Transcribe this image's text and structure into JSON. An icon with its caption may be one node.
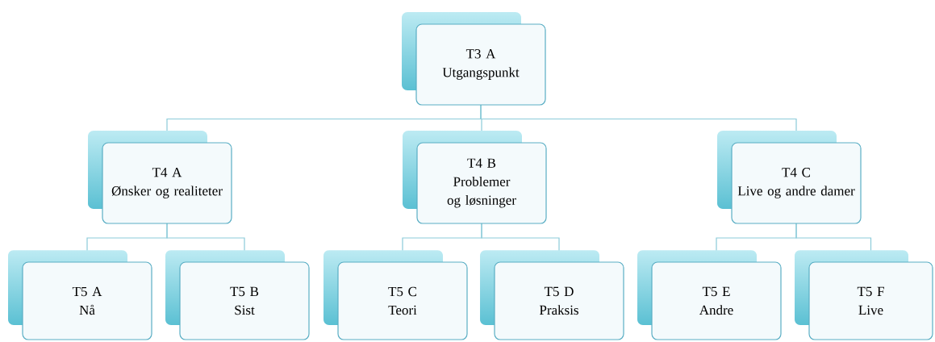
{
  "diagram": {
    "nodes": [
      {
        "text": [
          "T3 A",
          "Utgangspunkt"
        ]
      },
      {
        "text": [
          "T4 A",
          "Ønsker og realiteter"
        ]
      },
      {
        "text": [
          "T4 B",
          "Problemer og løsninger"
        ]
      },
      {
        "text": [
          "T4 C",
          "Live og andre damer"
        ]
      },
      {
        "text": [
          "T5 A",
          "Nå"
        ]
      },
      {
        "text": [
          "T5 B",
          "Sist"
        ]
      },
      {
        "text": [
          "T5 C",
          "Teori"
        ]
      },
      {
        "text": [
          "T5 D",
          "Praksis"
        ]
      },
      {
        "text": [
          "T5 E",
          "Andre"
        ]
      },
      {
        "text": [
          "T5 F",
          "Live"
        ]
      }
    ],
    "edges": [
      {
        "from": 0,
        "to": 1,
        "arrow": "none"
      },
      {
        "from": 0,
        "to": 2,
        "arrow": "none"
      },
      {
        "from": 0,
        "to": 3,
        "arrow": "none"
      },
      {
        "from": 1,
        "to": 4,
        "arrow": "none"
      },
      {
        "from": 1,
        "to": 5,
        "arrow": "none"
      },
      {
        "from": 2,
        "to": 6,
        "arrow": "none"
      },
      {
        "from": 2,
        "to": 7,
        "arrow": "none"
      },
      {
        "from": 3,
        "to": 8,
        "arrow": "none"
      },
      {
        "from": 3,
        "to": 9,
        "arrow": "none"
      }
    ]
  }
}
